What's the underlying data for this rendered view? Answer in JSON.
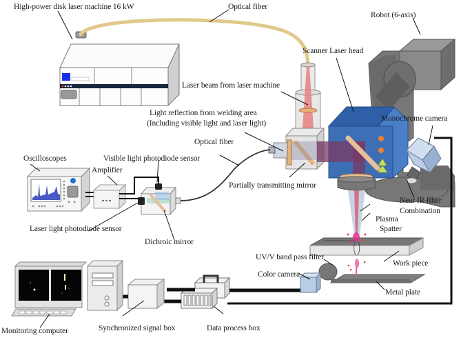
{
  "diagram": {
    "title": "Laser welding monitoring system setup",
    "labels": {
      "laser_machine": "High-power disk laser machine 16 kW",
      "optical_fiber_top": "Optical fiber",
      "robot": "Robot (6-axis)",
      "scanner_head": "Scanner Laser head",
      "laser_beam": "Laser beam from laser machine",
      "light_reflection_1": "Light reflection from welding area",
      "light_reflection_2": "(Including visible light and laser light)",
      "optical_fiber_mid": "Optical fiber",
      "monochrome_camera": "Monochrome camera",
      "oscilloscopes": "Oscilloscopes",
      "visible_sensor": "Visible light photodiode sensor",
      "amplifier": "Amplifier",
      "partial_mirror": "Partially transmitting mirror",
      "laser_sensor": "Laser light photodiode sensor",
      "dichroic_mirror": "Dichroic mirror",
      "near_ir_1": "Near IR filter",
      "near_ir_2": "Combination",
      "plasma": "Plasma",
      "spatter": "Spatter",
      "uv_filter": "UV/V band pass filter",
      "work_piece": "Work piece",
      "color_camera": "Color camera",
      "metal_plate": "Metal plate",
      "monitoring_computer": "Monitoring computer",
      "sync_box": "Synchronized signal box",
      "data_box": "Data process box"
    },
    "colors": {
      "fiber": "#e0c98a",
      "scanner_blue": "#3d6fb6",
      "laser_red": "#d9534f",
      "robot_gray": "#6e6e6e",
      "camera_blue": "#b9cde6",
      "plasma_pink": "#e0308c"
    }
  }
}
